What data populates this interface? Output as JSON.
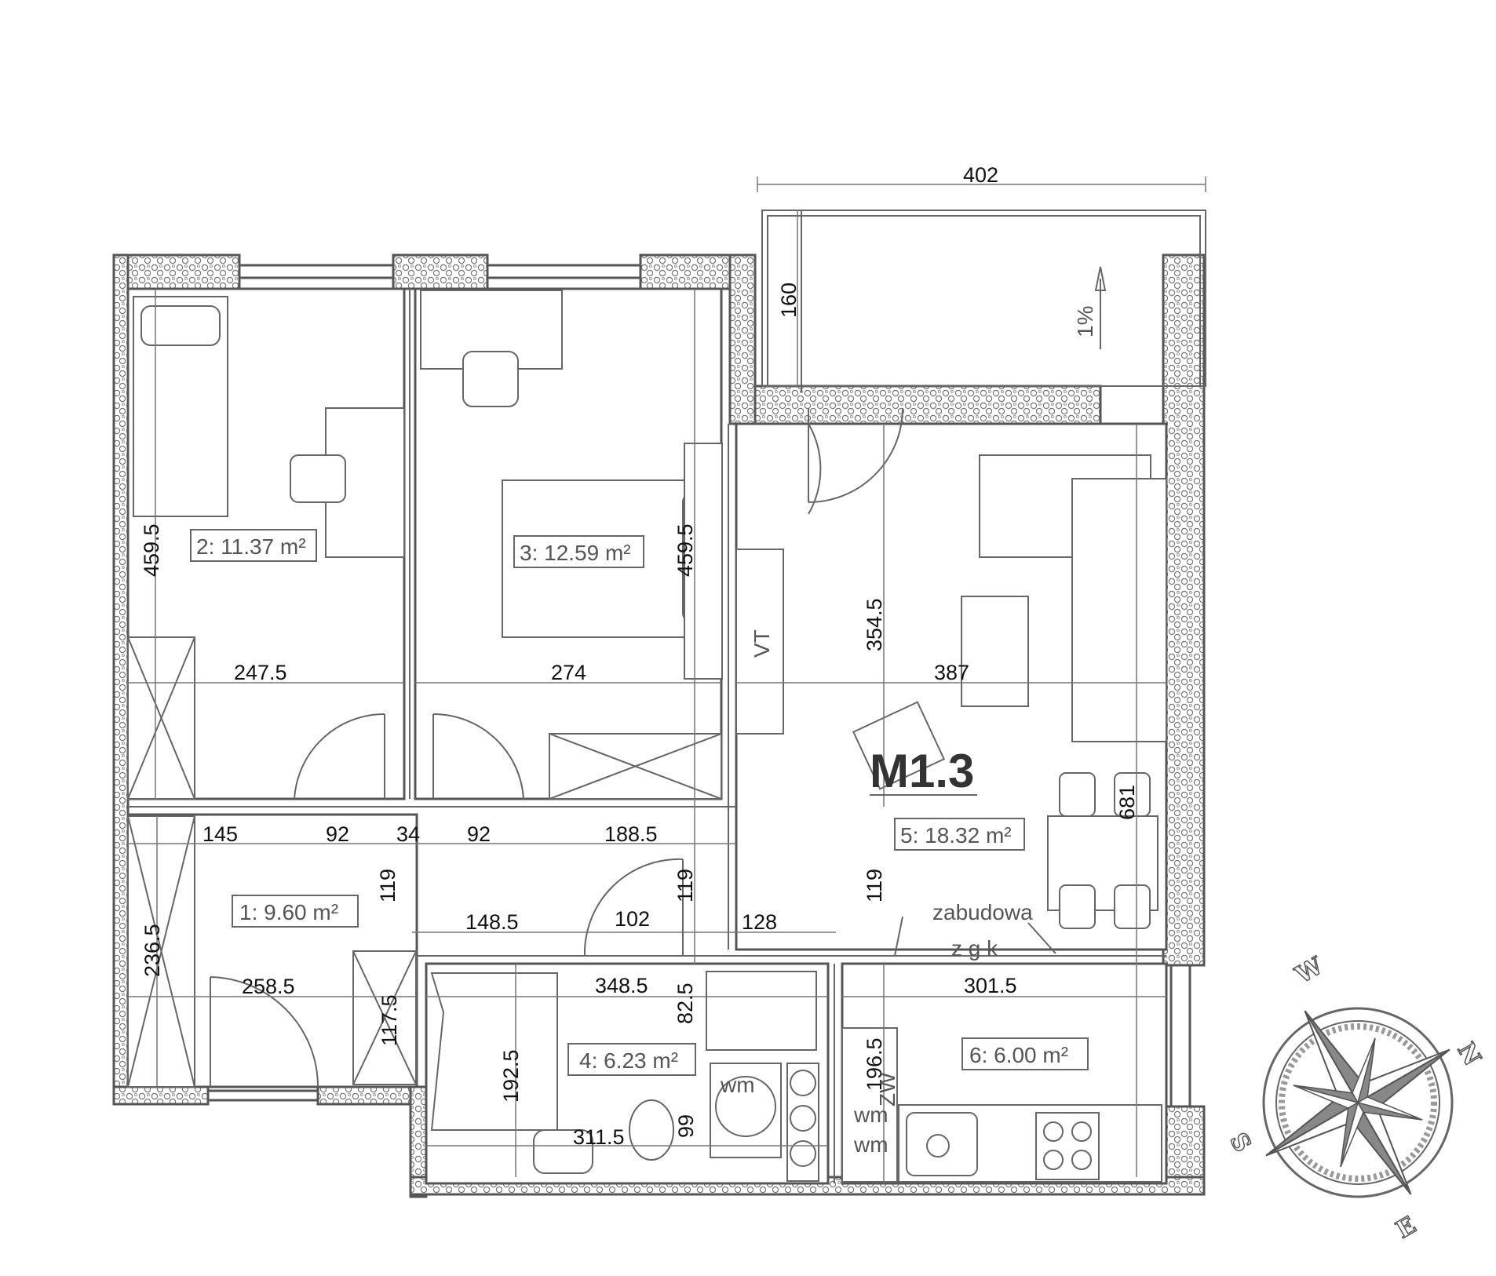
{
  "plan": {
    "unit_label": "M1.3",
    "rooms": [
      {
        "id": "1",
        "label": "1: 9.60 m²"
      },
      {
        "id": "2",
        "label": "2: 11.37 m²"
      },
      {
        "id": "3",
        "label": "3: 12.59 m²"
      },
      {
        "id": "4",
        "label": "4: 6.23 m²"
      },
      {
        "id": "5",
        "label": "5: 18.32 m²"
      },
      {
        "id": "6",
        "label": "6: 6.00 m²"
      }
    ],
    "dimensions": {
      "balcony_width": "402",
      "balcony_depth": "160",
      "slope": "1%",
      "room2_height": "459.5",
      "room3_height": "459.5",
      "room5_height": "354.5",
      "total_height": "681",
      "room2_width": "247.5",
      "room3_width": "274",
      "room5_width": "387",
      "hall_seg1": "145",
      "hall_seg2": "92",
      "hall_seg3": "34",
      "hall_seg4": "92",
      "hall_seg5": "188.5",
      "hall_h1": "119",
      "hall_h2": "119",
      "hall_h3": "119",
      "bath_seg1": "148.5",
      "bath_seg2": "102",
      "bath_seg3": "128",
      "hall_height": "236.5",
      "hall_width": "258.5",
      "closet_height": "117.5",
      "bath_width": "348.5",
      "bath_wm_height": "82.5",
      "bath_height": "192.5",
      "bath_bottom_width": "311.5",
      "wc_dim": "99",
      "kitchen_width": "301.5",
      "kitchen_height": "196.5"
    },
    "labels": {
      "vt": "VT",
      "wm1": "wm",
      "wm2": "wm",
      "wm3": "wm",
      "zw": "ZW",
      "zabudowa": "zabudowa",
      "zgk": "z g k"
    },
    "compass": {
      "n": "N",
      "e": "E",
      "s": "S",
      "w": "W"
    }
  }
}
